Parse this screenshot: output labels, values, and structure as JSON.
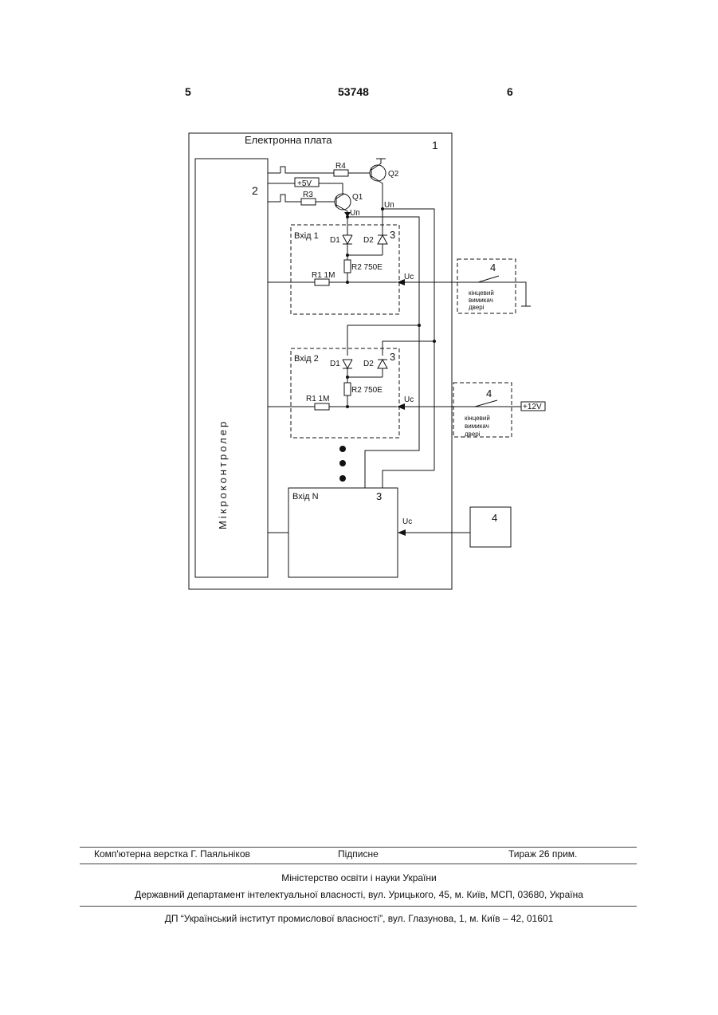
{
  "header": {
    "left_page": "5",
    "doc_number": "53748",
    "right_page": "6"
  },
  "diagram": {
    "board_title": "Електронна  плата",
    "board_num": "1",
    "mcu_num": "2",
    "mcu_label": "Мікроконтролер",
    "pulse_sym": "⎍",
    "r4": "R4",
    "r3": "R3",
    "v5": "+5V",
    "q1": "Q1",
    "q2": "Q2",
    "un1": "Uп",
    "un2": "Uп",
    "input1": {
      "title": "Вхід 1",
      "num": "3",
      "d1": "D1",
      "d2": "D2",
      "r1": "R1 1M",
      "r2": "R2 750E",
      "uc": "Uс"
    },
    "input2": {
      "title": "Вхід 2",
      "num": "3",
      "d1": "D1",
      "d2": "D2",
      "r1": "R1 1M",
      "r2": "R2 750E",
      "uc": "Uс"
    },
    "inputN": {
      "title": "Вхід N",
      "num": "3",
      "uc": "Uс"
    },
    "switch1": {
      "num": "4",
      "line1": "кінцевий",
      "line2": "вимикач",
      "line3": "двері"
    },
    "switch2": {
      "num": "4",
      "line1": "кінцевий",
      "line2": "вимикач",
      "line3": "двері",
      "v12": "+12V"
    },
    "switch3": {
      "num": "4"
    }
  },
  "footer": {
    "layout": "Комп'ютерна верстка Г. Паяльніков",
    "signed": "Підписне",
    "circulation": "Тираж 26 прим.",
    "ministry": "Міністерство освіти і науки України",
    "department": "Державний департамент інтелектуальної власності, вул. Урицького, 45, м. Київ, МСП, 03680, Україна",
    "institute": "ДП “Український інститут промислової власності”, вул. Глазунова, 1, м. Київ – 42, 01601"
  }
}
